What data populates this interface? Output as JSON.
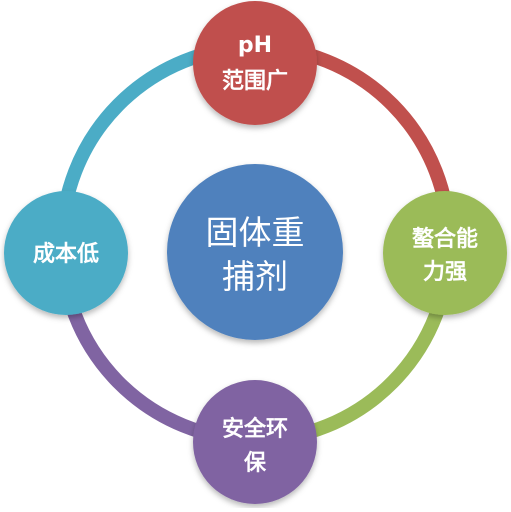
{
  "center": {
    "label_line1": "固体重",
    "label_line2": "捕剂",
    "color": "#4f81bd"
  },
  "nodes": {
    "top": {
      "label_line1": "pH",
      "label_line2": "范围广",
      "color": "#c0504d"
    },
    "right": {
      "label_line1": "螯合能",
      "label_line2": "力强",
      "color": "#9bbb59"
    },
    "bottom": {
      "label_line1": "安全环",
      "label_line2": "保",
      "color": "#8064a2"
    },
    "left": {
      "label_line1": "成本低",
      "color": "#4bacc6"
    }
  },
  "ring_colors": {
    "top_right": "#c0504d",
    "right_bottom": "#9bbb59",
    "bottom_left": "#8064a2",
    "left_top": "#4bacc6"
  }
}
